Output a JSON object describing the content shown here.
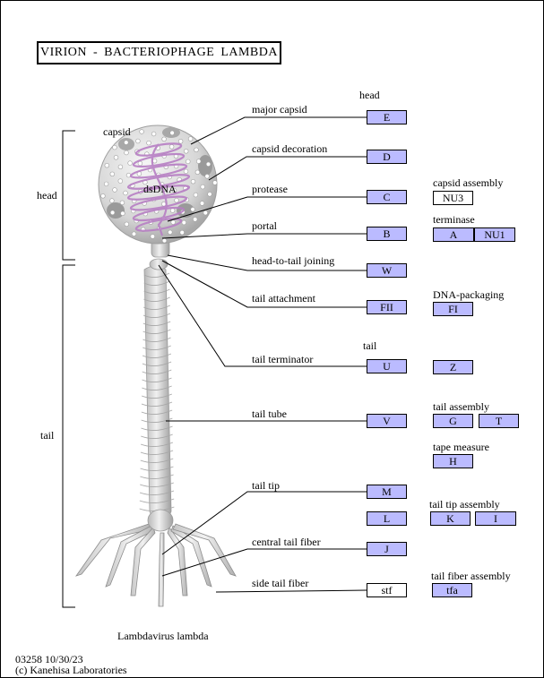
{
  "title": "VIRION  -  BACTERIOPHAGE  LAMBDA",
  "region_labels": {
    "head": "head",
    "tail": "tail",
    "capsid": "capsid",
    "dsdna": "dsDNA",
    "species": "Lambdavirus lambda"
  },
  "column_headers": {
    "head": "head",
    "tail": "tail"
  },
  "components": {
    "major_capsid": "major capsid",
    "capsid_decoration": "capsid decoration",
    "protease": "protease",
    "portal": "portal",
    "head_to_tail_joining": "head-to-tail joining",
    "tail_attachment": "tail attachment",
    "tail_terminator": "tail terminator",
    "tail_tube": "tail tube",
    "tail_tip": "tail tip",
    "central_tail_fiber": "central tail fiber",
    "side_tail_fiber": "side tail fiber"
  },
  "groups": {
    "capsid_assembly": "capsid assembly",
    "terminase": "terminase",
    "dna_packaging": "DNA-packaging",
    "tail_assembly": "tail assembly",
    "tape_measure": "tape measure",
    "tail_tip_assembly": "tail tip assembly",
    "tail_fiber_assembly": "tail fiber assembly"
  },
  "genes": {
    "E": "E",
    "D": "D",
    "C": "C",
    "B": "B",
    "W": "W",
    "FII": "FII",
    "U": "U",
    "V": "V",
    "M": "M",
    "L": "L",
    "J": "J",
    "stf": "stf",
    "NU3": "NU3",
    "A": "A",
    "NU1": "NU1",
    "FI": "FI",
    "Z": "Z",
    "G": "G",
    "T": "T",
    "H": "H",
    "K": "K",
    "I": "I",
    "tfa": "tfa"
  },
  "footer": {
    "code": "03258 10/30/23",
    "copyright": "(c) Kanehisa Laboratories"
  },
  "colors": {
    "gene_box": "#bbbbff",
    "dna_helix": "#b77fc4",
    "virion_body": "#d8d8d8"
  }
}
